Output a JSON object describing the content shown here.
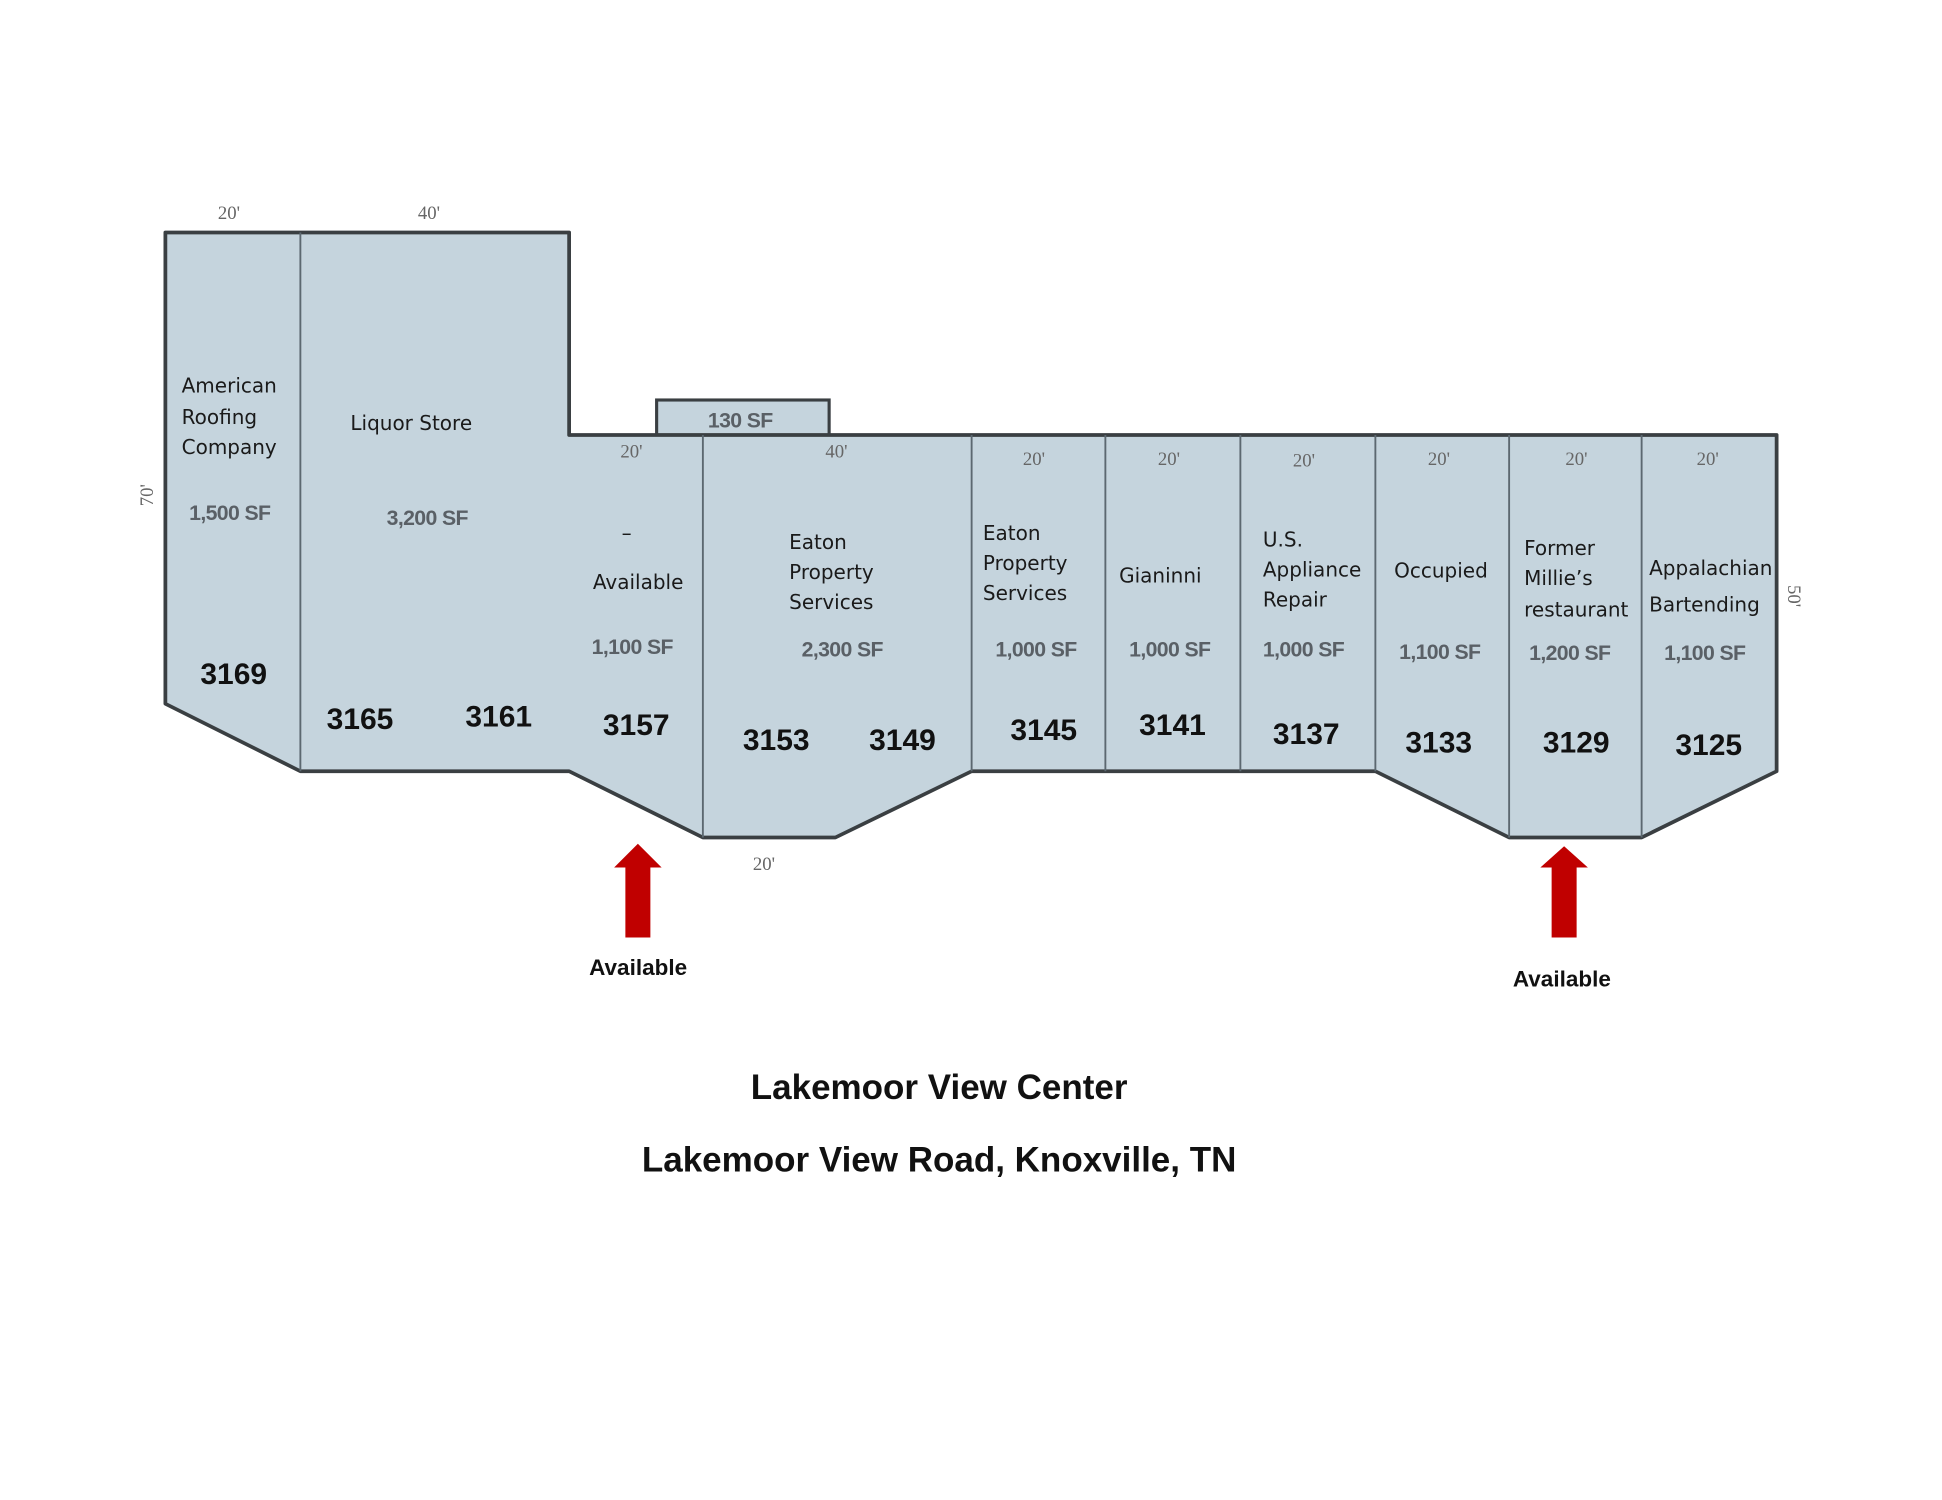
{
  "dimensions": {
    "top_left_1": "20'",
    "top_left_2": "40'",
    "left_side": "70'",
    "right_side": "50'",
    "unit_3157": "20'",
    "unit_3153": "40'",
    "bottom_3153": "20'",
    "unit_3145": "20'",
    "unit_3141": "20'",
    "unit_3137": "20'",
    "unit_3133": "20'",
    "unit_3129": "20'",
    "unit_3125": "20'"
  },
  "annex": {
    "area": "130 SF"
  },
  "units": [
    {
      "number": "3169",
      "name": [
        "American",
        "Roofing",
        "Company"
      ],
      "area": "1,500 SF"
    },
    {
      "numbers": [
        "3165",
        "3161"
      ],
      "name": [
        "Liquor Store"
      ],
      "area": "3,200 SF"
    },
    {
      "number": "3157",
      "dash": "–",
      "name": [
        "Available"
      ],
      "area": "1,100 SF"
    },
    {
      "numbers": [
        "3153",
        "3149"
      ],
      "name": [
        "Eaton",
        "Property",
        "Services"
      ],
      "area": "2,300 SF"
    },
    {
      "number": "3145",
      "name": [
        "Eaton",
        "Property",
        "Services"
      ],
      "area": "1,000 SF"
    },
    {
      "number": "3141",
      "name": [
        "Gianinni"
      ],
      "area": "1,000 SF"
    },
    {
      "number": "3137",
      "name": [
        "U.S.",
        "Appliance",
        "Repair"
      ],
      "area": "1,000 SF"
    },
    {
      "number": "3133",
      "name": [
        "Occupied"
      ],
      "area": "1,100 SF"
    },
    {
      "number": "3129",
      "name": [
        "Former",
        "Millie’s",
        "restaurant"
      ],
      "area": "1,200 SF"
    },
    {
      "number": "3125",
      "name": [
        "Appalachian",
        "Bartending"
      ],
      "area": "1,100 SF"
    }
  ],
  "markers": [
    {
      "label": "Available",
      "icon": "up-arrow-icon"
    },
    {
      "label": "Available",
      "icon": "up-arrow-icon"
    }
  ],
  "colors": {
    "unit_fill": "#c5d4dd",
    "outline": "#3a3f42",
    "arrow": "#c00000"
  },
  "footer": {
    "title": "Lakemoor View Center",
    "address": "Lakemoor View Road, Knoxville, TN"
  }
}
